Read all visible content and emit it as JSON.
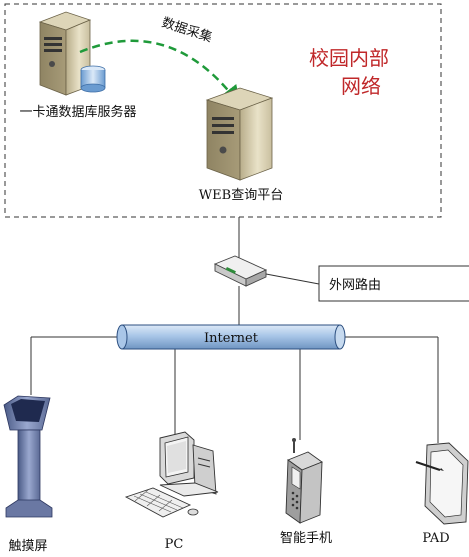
{
  "region": {
    "label_line1": "校园内部",
    "label_line2": "网络",
    "label_color": "#c0282a"
  },
  "servers": {
    "db_server": "一卡通数据库服务器",
    "web_server": "WEB查询平台",
    "transfer": "数据采集",
    "transfer_color": "#1f9a3a"
  },
  "network": {
    "router_label": "外网路由",
    "backbone_label": "Internet",
    "backbone_color": "#b9d3ee"
  },
  "devices": [
    {
      "key": "kiosk",
      "label": "触摸屏",
      "icon": "touch-kiosk-icon"
    },
    {
      "key": "pc",
      "label": "PC",
      "icon": "desktop-computer-icon"
    },
    {
      "key": "phone",
      "label": "智能手机",
      "icon": "smartphone-icon"
    },
    {
      "key": "pad",
      "label": "PAD",
      "icon": "tablet-icon"
    }
  ]
}
